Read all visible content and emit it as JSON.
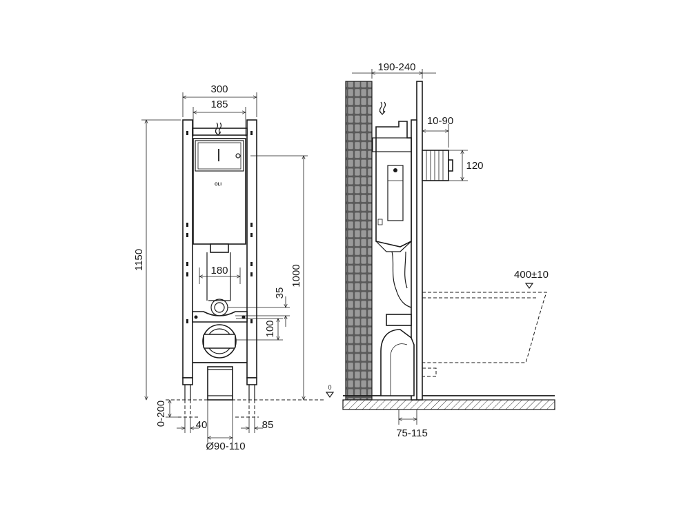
{
  "front_view": {
    "frame_width": "300",
    "cistern_width": "185",
    "total_height": "1150",
    "flush_plate_height": "1000",
    "flush_pipe_span": "180",
    "bolt_offset": "35",
    "drain_offset": "100",
    "leg_adjust": "0-200",
    "foot_left": "40",
    "foot_right": "85",
    "drain_diameter": "Ø90-110",
    "brand_logo": "OLI"
  },
  "side_view": {
    "depth_range": "190-240",
    "wall_gap": "10-90",
    "bowl_connection": "120",
    "bowl_height": "400±10",
    "drain_offset": "75-115",
    "floor_mark": "0"
  },
  "colors": {
    "ink": "#1a1a1a",
    "brick": "#8a8a8a",
    "brick_mortar": "#ffffff",
    "background": "#ffffff"
  }
}
